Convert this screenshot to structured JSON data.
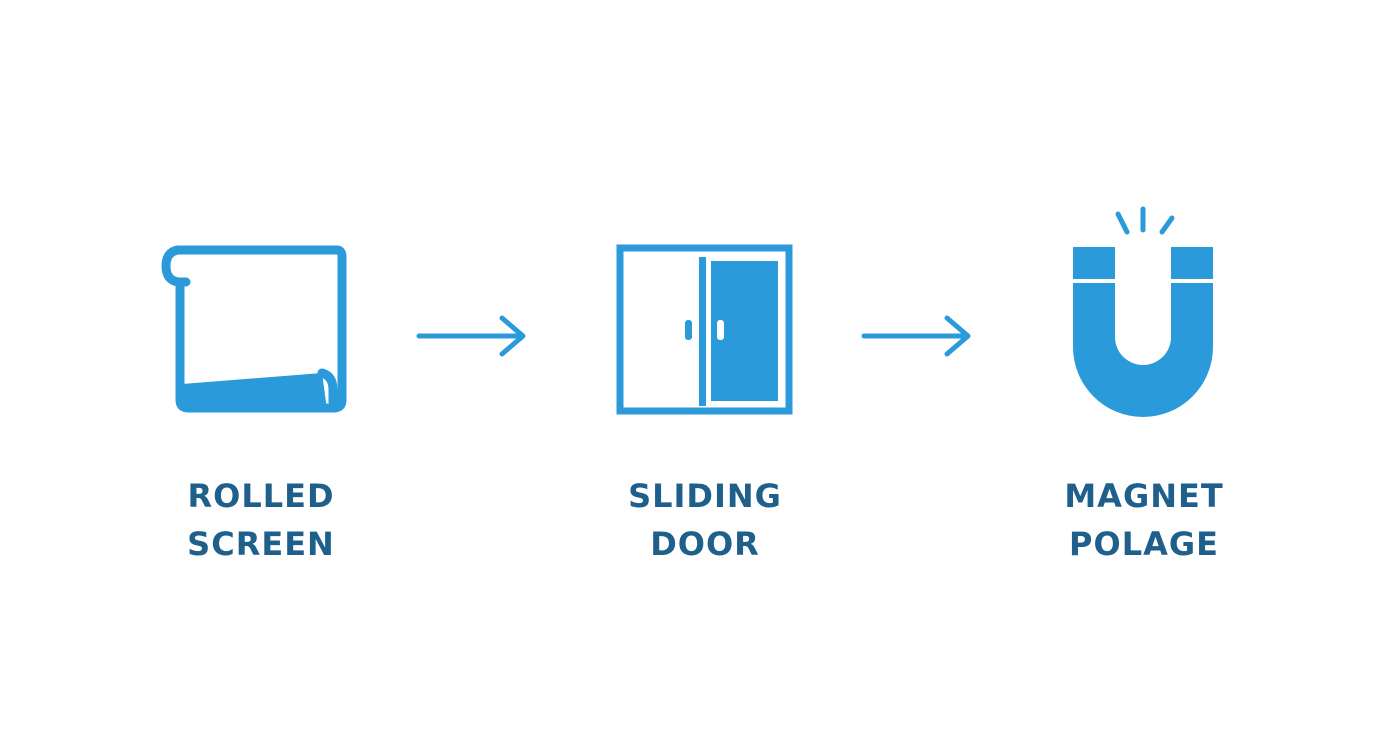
{
  "colors": {
    "icon": "#2b9ada",
    "label": "#1f5f8b",
    "background": "#ffffff"
  },
  "nodes": [
    {
      "icon": "rolled-screen-icon",
      "line1": "ROLLED",
      "line2": "SCREEN"
    },
    {
      "icon": "sliding-door-icon",
      "line1": "SLIDING",
      "line2": "DOOR"
    },
    {
      "icon": "magnet-icon",
      "line1": "MAGNET",
      "line2": "POLAGE"
    }
  ],
  "arrows": [
    {
      "from": "ROLLED SCREEN",
      "to": "SLIDING DOOR"
    },
    {
      "from": "SLIDING DOOR",
      "to": "MAGNET POLAGE"
    }
  ]
}
